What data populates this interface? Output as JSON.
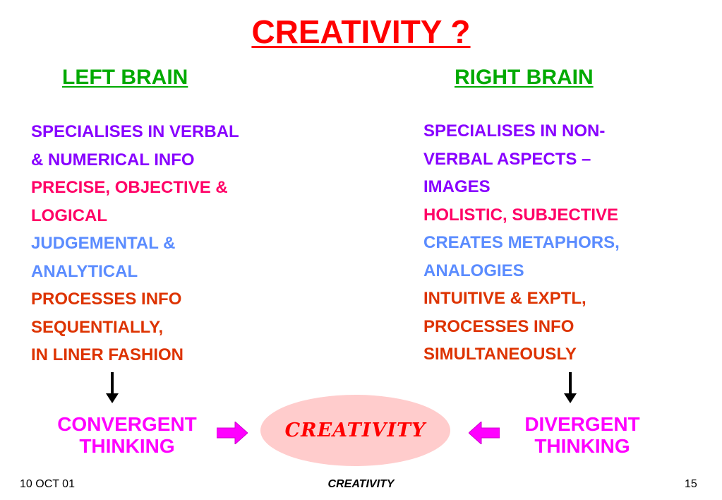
{
  "title": "CREATIVITY  ?",
  "left": {
    "heading": "LEFT BRAIN",
    "lines": [
      {
        "text": "SPECIALISES IN VERBAL",
        "color": "#8800ff"
      },
      {
        "text": "&  NUMERICAL  INFO",
        "color": "#8800ff"
      },
      {
        "text": "PRECISE,  OBJECTIVE &",
        "color": "#ff0066"
      },
      {
        "text": "LOGICAL",
        "color": "#ff0066"
      },
      {
        "text": "JUDGEMENTAL  &",
        "color": "#5b8cff"
      },
      {
        "text": "ANALYTICAL",
        "color": "#5b8cff"
      },
      {
        "text": "PROCESSES  INFO",
        "color": "#dd3300"
      },
      {
        "text": "SEQUENTIALLY,",
        "color": "#dd3300"
      },
      {
        "text": "IN LINER FASHION",
        "color": "#dd3300"
      }
    ],
    "thinking": [
      "CONVERGENT",
      "THINKING"
    ]
  },
  "right": {
    "heading": "RIGHT BRAIN",
    "lines": [
      {
        "text": "SPECIALISES  IN NON-",
        "color": "#8800ff"
      },
      {
        "text": "VERBAL  ASPECTS –",
        "color": "#8800ff"
      },
      {
        "text": "IMAGES",
        "color": "#8800ff"
      },
      {
        "text": "HOLISTIC, SUBJECTIVE",
        "color": "#ff0066"
      },
      {
        "text": "CREATES  METAPHORS,",
        "color": "#5b8cff"
      },
      {
        "text": "ANALOGIES",
        "color": "#5b8cff"
      },
      {
        "text": "INTUITIVE &  EXPTL,",
        "color": "#dd3300"
      },
      {
        "text": "PROCESSES  INFO",
        "color": "#dd3300"
      },
      {
        "text": "SIMULTANEOUSLY",
        "color": "#dd3300"
      }
    ],
    "thinking": [
      "DIVERGENT",
      "THINKING"
    ]
  },
  "center": "CREATIVITY",
  "footer": {
    "date": "10 OCT 01",
    "title": "CREATIVITY",
    "page": "15"
  },
  "colors": {
    "title": "#ff0000",
    "heading": "#00aa00",
    "thinking": "#ff00ff",
    "ellipse": "#ffcccc"
  }
}
